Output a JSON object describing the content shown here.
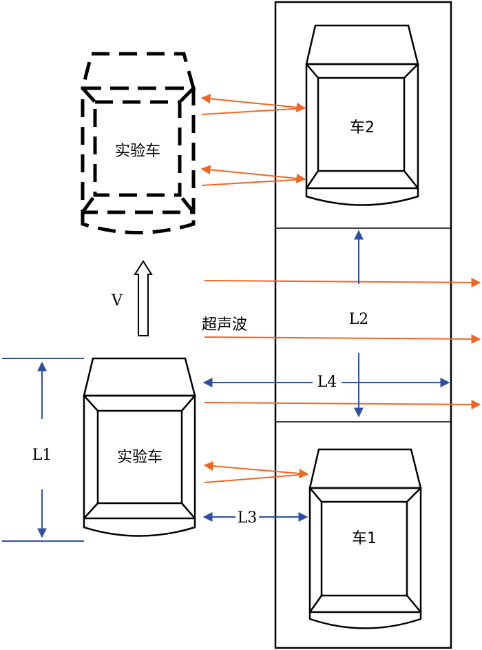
{
  "labels": {
    "test_car_top": "实验车",
    "test_car_bottom": "实验车",
    "car2": "车2",
    "car1": "车1",
    "velocity": "V",
    "ultrasonic": "超声波",
    "L1": "L1",
    "L2": "L2",
    "L3": "L3",
    "L4": "L4"
  },
  "colors": {
    "ultrasonic_arrow": "#f26522",
    "dimension_arrow": "#2e4fa3",
    "outline": "#000000"
  }
}
